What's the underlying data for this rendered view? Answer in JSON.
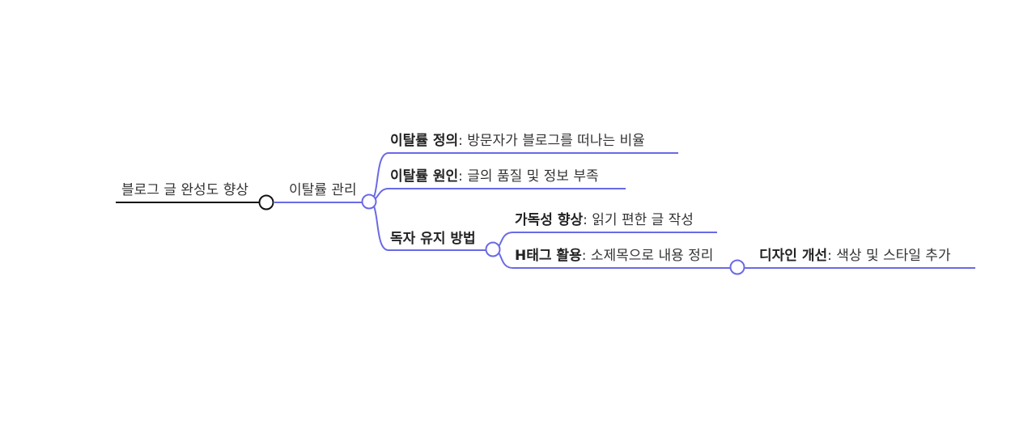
{
  "colors": {
    "root_line": "#111111",
    "branch": "#6a6ae6",
    "text": "#333333"
  },
  "root": {
    "label": "블로그 글 완성도 향상"
  },
  "branch1": {
    "label": "이탈률 관리"
  },
  "nodes": {
    "definition": {
      "title": "이탈률 정의",
      "desc": ": 방문자가 블로그를 떠나는 비율"
    },
    "cause": {
      "title": "이탈률 원인",
      "desc": ": 글의 품질 및 정보 부족"
    },
    "retention": {
      "title": "독자 유지 방법",
      "desc": ""
    },
    "readability": {
      "title": "가독성 향상",
      "desc": ": 읽기 편한 글 작성"
    },
    "htag": {
      "title": "H태그 활용",
      "desc": ": 소제목으로 내용 정리"
    },
    "design": {
      "title": "디자인 개선",
      "desc": ": 색상 및 스타일 추가"
    }
  }
}
